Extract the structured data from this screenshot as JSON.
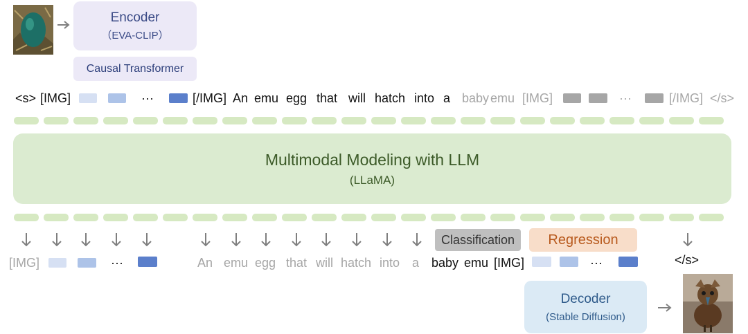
{
  "colors": {
    "encoder_bg": "#ece9f7",
    "llm_bg": "#dbebd0",
    "decoder_bg": "#dbeaf5",
    "pill": "#d6e9c2",
    "block_light": "#d6e0f3",
    "block_mid": "#adc3e8",
    "block_dark": "#5b7fcb",
    "block_gray": "#a6a6a6",
    "classification_bg": "#bfbfbf",
    "regression_bg": "#f8ddc9",
    "title_text": "#3a4a86",
    "llm_text": "#3c5a28"
  },
  "encoder": {
    "title": "Encoder",
    "subtitle": "（EVA-CLIP）"
  },
  "causal_transformer": {
    "label": "Causal Transformer"
  },
  "llm": {
    "title": "Multimodal Modeling with LLM",
    "subtitle": "(LLaMA)"
  },
  "decoder": {
    "title": "Decoder",
    "subtitle": "(Stable Diffusion)"
  },
  "input_tokens": {
    "bos": "<s>",
    "img_open": "[IMG]",
    "ellipsis": "···",
    "img_close": "[/IMG]",
    "words": [
      "An",
      "emu",
      "egg",
      "that",
      "will",
      "hatch",
      "into",
      "a"
    ],
    "gray_words": [
      "baby",
      "emu"
    ],
    "gray_img_open": "[IMG]",
    "gray_ellipsis": "···",
    "gray_img_close": "[/IMG]",
    "eos": "</s>"
  },
  "output_tokens": {
    "img_open": "[IMG]",
    "ellipsis": "···",
    "gray_words": [
      "An",
      "emu",
      "egg",
      "that",
      "will",
      "hatch",
      "into",
      "a"
    ],
    "words": [
      "baby",
      "emu"
    ],
    "img_open2": "[IMG]",
    "ellipsis2": "···",
    "eos": "</s>"
  },
  "heads": {
    "classification": "Classification",
    "regression": "Regression"
  },
  "icons": {
    "input_image": "emu-egg-image",
    "output_image": "baby-emu-image",
    "arrow": "arrow-icon"
  }
}
